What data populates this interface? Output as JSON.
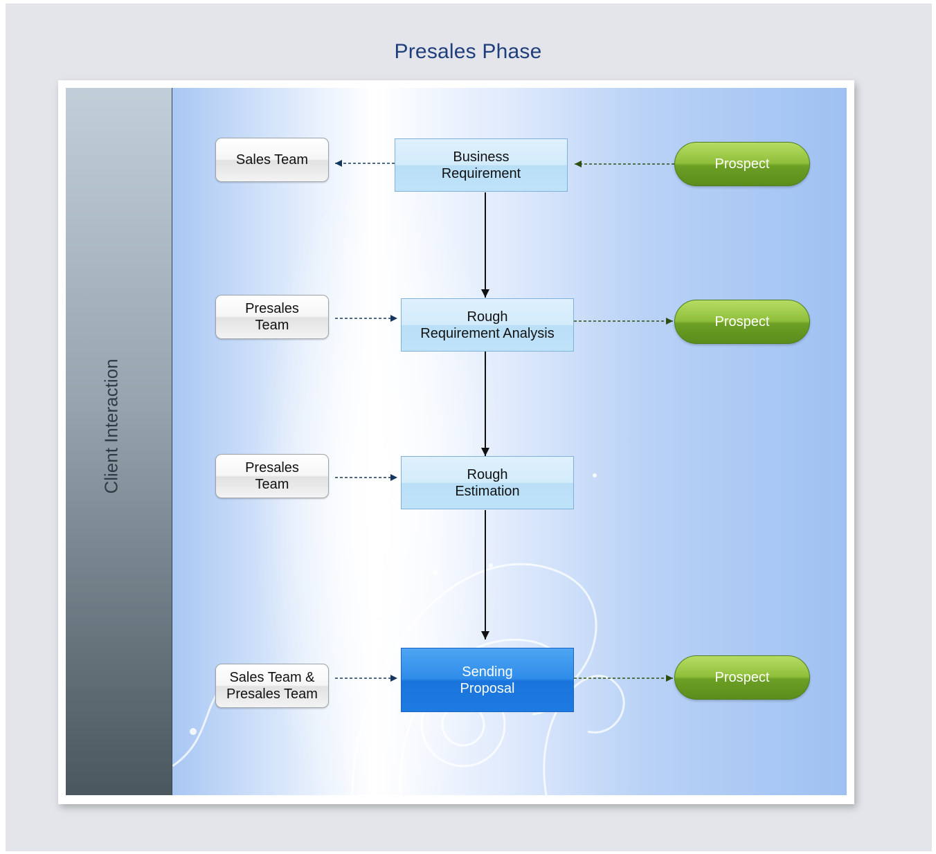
{
  "diagram": {
    "title": "Presales Phase",
    "lane_label": "Client Interaction",
    "teams": [
      "Sales Team",
      "Presales\nTeam",
      "Presales\nTeam",
      "Sales Team &\nPresales Team"
    ],
    "steps": [
      "Business\nRequirement",
      "Rough\nRequirement Analysis",
      "Rough\nEstimation",
      "Sending\nProposal"
    ],
    "prospects": [
      "Prospect",
      "Prospect",
      "Prospect"
    ]
  },
  "colors": {
    "title": "#1f3f7c",
    "step_fill": "#cfe8fa",
    "step_active_fill": "#2a86e6",
    "prospect_fill": "#7cb032",
    "arrow_dark": "#14365e",
    "arrow_green": "#2f4d12"
  }
}
